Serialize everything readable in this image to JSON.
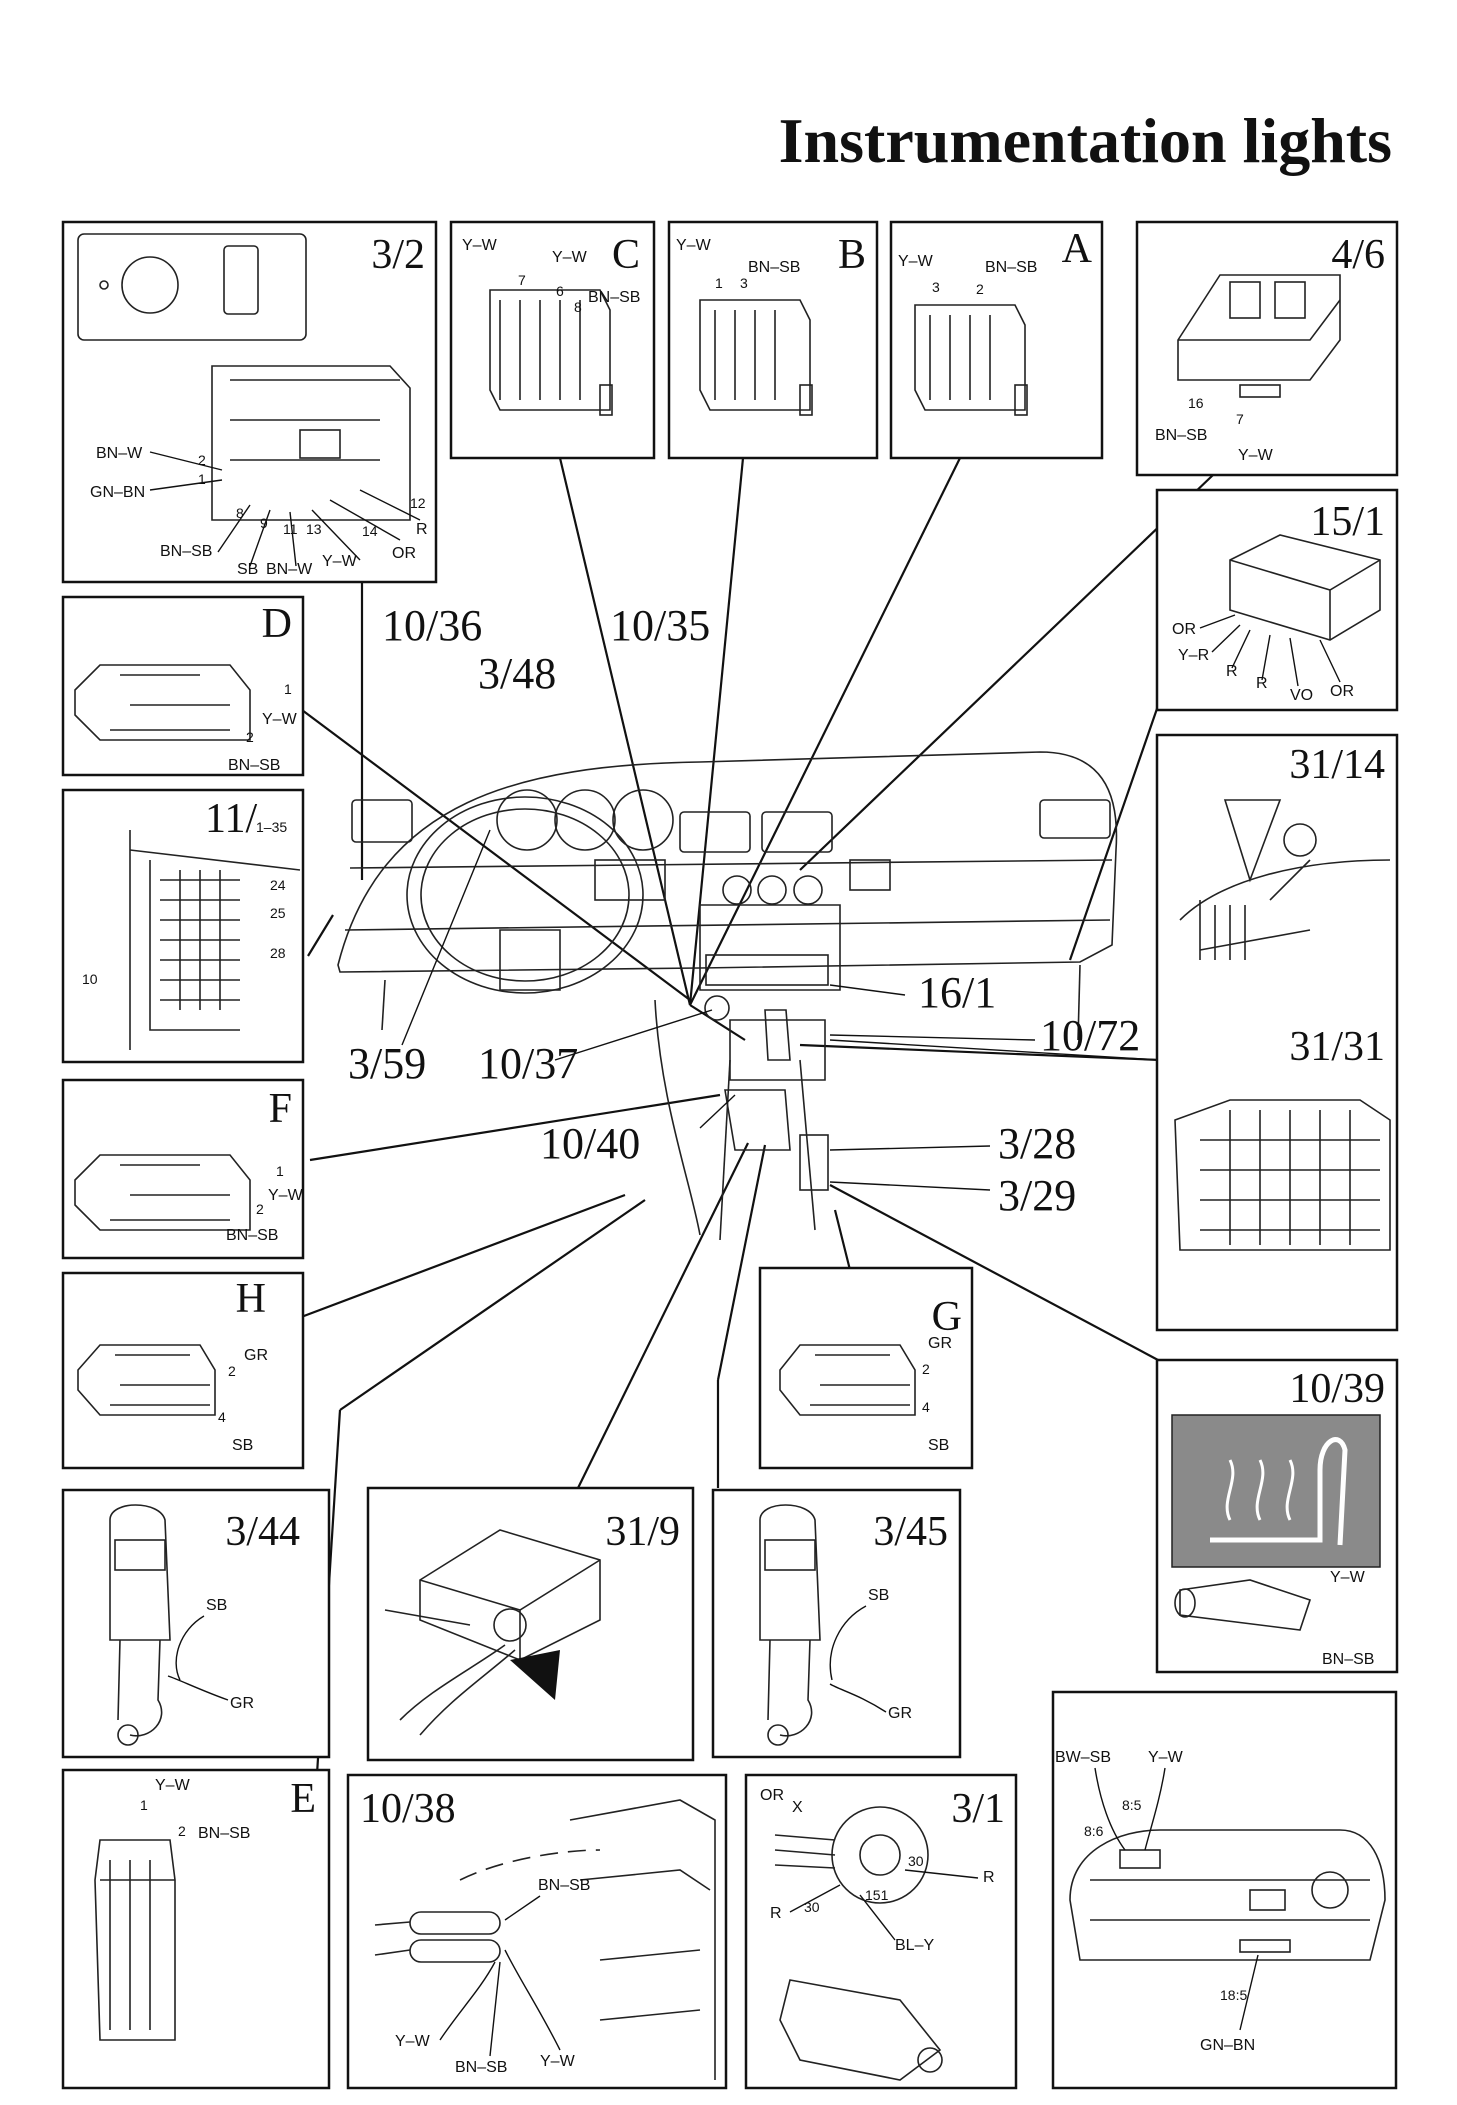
{
  "title": "Instrumentation lights",
  "panels": {
    "p_3_2": {
      "id": "3/2",
      "wires": {
        "bnw": "BN–W",
        "gnbn": "GN–BN",
        "bnsb": "BN–SB",
        "sb": "SB",
        "bnw2": "BN–W",
        "yw": "Y–W",
        "or": "OR",
        "r": "R"
      },
      "pins": {
        "p2": "2",
        "p1": "1",
        "p8": "8",
        "p9": "9",
        "p11": "11",
        "p13": "13",
        "p14": "14",
        "p12": "12"
      }
    },
    "p_C": {
      "id": "C",
      "wires": {
        "yw1": "Y–W",
        "yw2": "Y–W",
        "bnsb": "BN–SB"
      },
      "pins": {
        "p7": "7",
        "p6": "6",
        "p8": "8"
      }
    },
    "p_B": {
      "id": "B",
      "wires": {
        "yw": "Y–W",
        "bnsb": "BN–SB"
      },
      "pins": {
        "p1": "1",
        "p3": "3"
      }
    },
    "p_A": {
      "id": "A",
      "wires": {
        "yw": "Y–W",
        "bnsb": "BN–SB"
      },
      "pins": {
        "p3": "3",
        "p2": "2"
      }
    },
    "p_4_6": {
      "id": "4/6",
      "wires": {
        "bnsb": "BN–SB",
        "yw": "Y–W"
      },
      "pins": {
        "p16": "16",
        "p7": "7"
      }
    },
    "p_15_1": {
      "id": "15/1",
      "wires": {
        "or1": "OR",
        "yr": "Y–R",
        "r1": "R",
        "r2": "R",
        "vo": "VO",
        "or2": "OR"
      }
    },
    "p_D": {
      "id": "D",
      "wires": {
        "yw": "Y–W",
        "bnsb": "BN–SB"
      },
      "pins": {
        "p1": "1",
        "p2": "2"
      }
    },
    "p_11": {
      "id": "11/",
      "sub": "1–35",
      "pins": {
        "p24": "24",
        "p25": "25",
        "p28": "28",
        "p10": "10"
      }
    },
    "p_31_14": {
      "id": "31/14"
    },
    "p_31_31": {
      "id": "31/31"
    },
    "p_F": {
      "id": "F",
      "wires": {
        "yw": "Y–W",
        "bnsb": "BN–SB"
      },
      "pins": {
        "p1": "1",
        "p2": "2"
      }
    },
    "p_H": {
      "id": "H",
      "wires": {
        "gr": "GR",
        "sb": "SB"
      },
      "pins": {
        "p2": "2",
        "p4": "4"
      }
    },
    "p_G": {
      "id": "G",
      "wires": {
        "gr": "GR",
        "sb": "SB"
      },
      "pins": {
        "p2": "2",
        "p4": "4"
      }
    },
    "p_10_39": {
      "id": "10/39",
      "wires": {
        "yw": "Y–W",
        "bnsb": "BN–SB"
      }
    },
    "p_3_44": {
      "id": "3/44",
      "wires": {
        "sb": "SB",
        "gr": "GR"
      }
    },
    "p_31_9": {
      "id": "31/9"
    },
    "p_3_45": {
      "id": "3/45",
      "wires": {
        "sb": "SB",
        "gr": "GR"
      }
    },
    "p_E": {
      "id": "E",
      "wires": {
        "yw": "Y–W",
        "bnsb": "BN–SB"
      },
      "pins": {
        "p1": "1",
        "p2": "2"
      }
    },
    "p_10_38": {
      "id": "10/38",
      "wires": {
        "bnsb1": "BN–SB",
        "yw1": "Y–W",
        "bnsb2": "BN–SB",
        "yw2": "Y–W"
      }
    },
    "p_3_1": {
      "id": "3/1",
      "wires": {
        "or": "OR",
        "x": "X",
        "r1": "R",
        "r2": "R",
        "bly": "BL–Y"
      },
      "pins": {
        "p30a": "30",
        "p30b": "30",
        "p151": "151"
      }
    },
    "p_cluster": {
      "wires": {
        "bwsb": "BW–SB",
        "yw": "Y–W",
        "gnbn": "GN–BN"
      },
      "pins": {
        "p86": "8:6",
        "p85": "8:5",
        "p185": "18:5"
      }
    }
  },
  "center_refs": {
    "r10_36": "10/36",
    "r10_35": "10/35",
    "r3_48": "3/48",
    "r16_1": "16/1",
    "r10_72": "10/72",
    "r3_59": "3/59",
    "r10_37": "10/37",
    "r10_40": "10/40",
    "r3_28": "3/28",
    "r3_29": "3/29"
  }
}
